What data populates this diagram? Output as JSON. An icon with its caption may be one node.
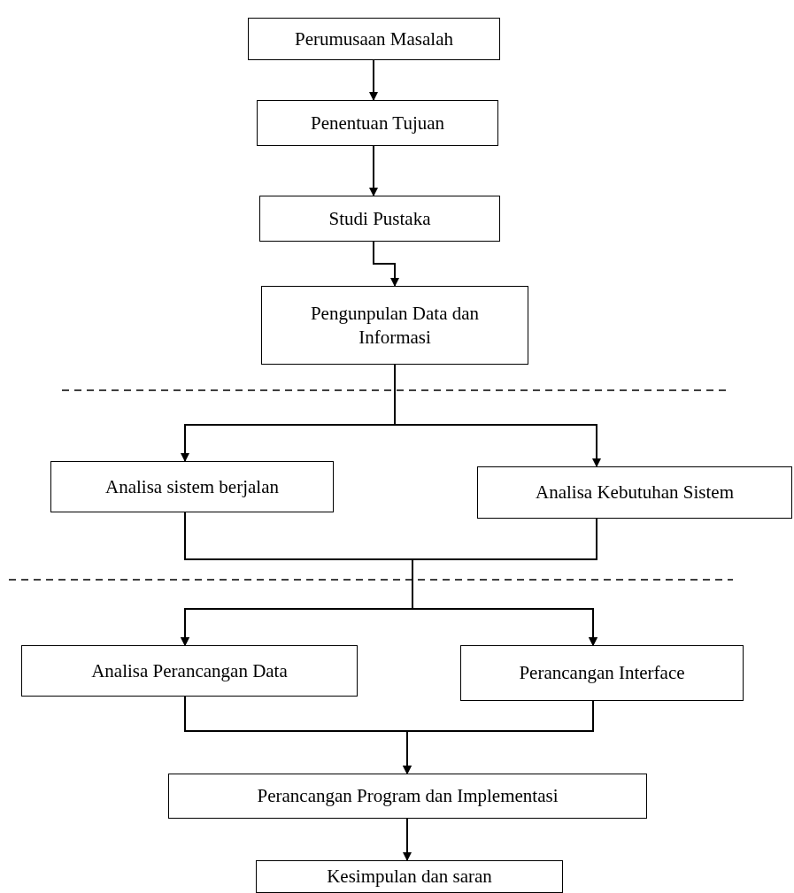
{
  "diagram": {
    "nodes": [
      {
        "text": [
          "Perumusaan Masalah"
        ]
      },
      {
        "text": [
          "Penentuan Tujuan"
        ]
      },
      {
        "text": [
          "Studi Pustaka"
        ]
      },
      {
        "text": [
          "Pengunpulan Data dan Informasi"
        ]
      },
      {
        "text": [
          "Analisa sistem berjalan"
        ]
      },
      {
        "text": [
          "Analisa Kebutuhan Sistem"
        ]
      },
      {
        "text": [
          "Analisa Perancangan Data"
        ]
      },
      {
        "text": [
          "Perancangan Interface"
        ]
      },
      {
        "text": [
          "Perancangan Program dan Implementasi"
        ]
      },
      {
        "text": [
          "Kesimpulan dan saran"
        ]
      }
    ],
    "edges": [
      {
        "from": 0,
        "to": 1,
        "arrow": "to"
      },
      {
        "from": 1,
        "to": 2,
        "arrow": "to"
      },
      {
        "from": 2,
        "to": 3,
        "arrow": "to"
      },
      {
        "from": 3,
        "to": 4,
        "arrow": "to"
      },
      {
        "from": 3,
        "to": 5,
        "arrow": "to"
      },
      {
        "from": 4,
        "to": 6,
        "arrow": "to"
      },
      {
        "from": 4,
        "to": 7,
        "arrow": "to"
      },
      {
        "from": 5,
        "to": 6,
        "arrow": "to"
      },
      {
        "from": 5,
        "to": 7,
        "arrow": "to"
      },
      {
        "from": 6,
        "to": 8,
        "arrow": "to"
      },
      {
        "from": 7,
        "to": 8,
        "arrow": "to"
      },
      {
        "from": 8,
        "to": 9,
        "arrow": "to"
      }
    ]
  }
}
